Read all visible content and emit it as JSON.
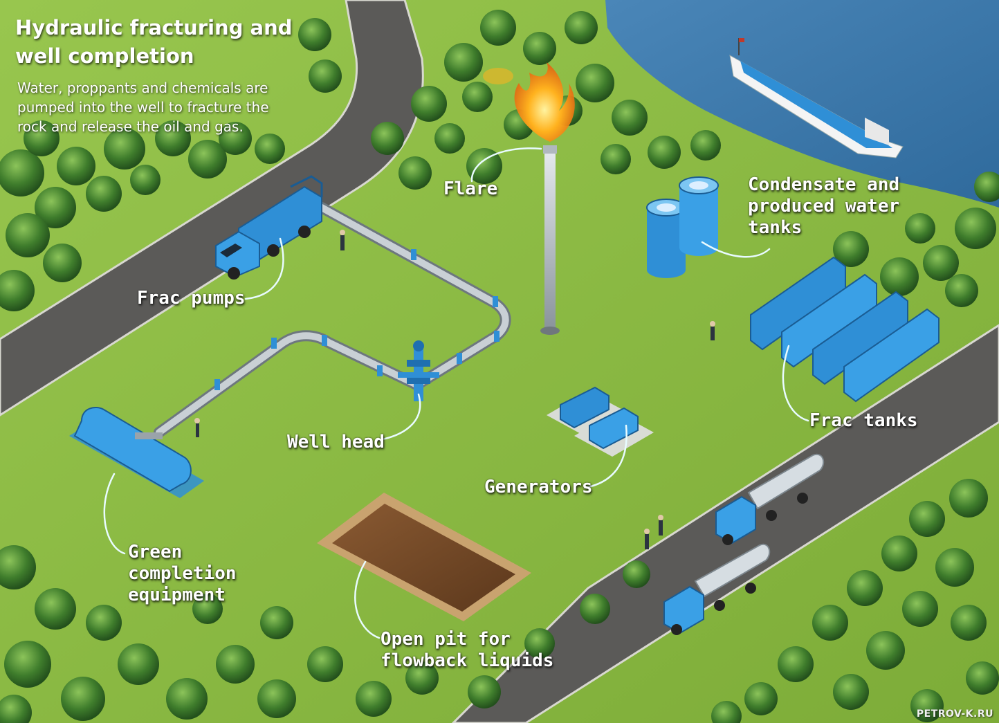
{
  "header": {
    "title": "Hydraulic fracturing and well completion",
    "subtitle": "Water, proppants and chemicals are pumped into the well to fracture the rock and release the oil and gas."
  },
  "labels": {
    "flare": "Flare",
    "condensate_line1": "Condensate and",
    "condensate_line2": "produced water",
    "condensate_line3": "tanks",
    "frac_pumps": "Frac pumps",
    "frac_tanks": "Frac tanks",
    "well_head": "Well head",
    "generators": "Generators",
    "green_line1": "Green",
    "green_line2": "completion",
    "green_line3": "equipment",
    "pit_line1": "Open pit for",
    "pit_line2": "flowback liquids"
  },
  "credit": "PETROV-K.RU",
  "colors": {
    "grass": "#8dbb45",
    "road": "#5b5a58",
    "water": "#3e78a8",
    "equipment": "#2f8fd6",
    "callout": "#e8fbff"
  }
}
